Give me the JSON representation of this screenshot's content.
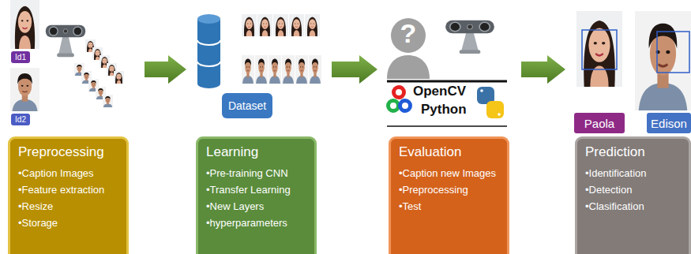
{
  "diagram": {
    "nodes": [
      {
        "text": [
          "Id1"
        ]
      },
      {
        "text": [
          "Id2"
        ]
      },
      {
        "text": [
          "Preprocessing",
          "•Caption Images",
          "•Feature extraction",
          "•Resize",
          "•Storage"
        ]
      },
      {
        "text": [
          "Dataset"
        ]
      },
      {
        "text": [
          "Learning",
          "•Pre-training CNN",
          "•Transfer Learning",
          "•New Layers",
          "•hyperparameters"
        ]
      },
      {
        "text": [
          "Evaluation",
          "•Caption new Images",
          "•Preprocessing",
          "•Test"
        ]
      },
      {
        "text": [
          "Paola"
        ]
      },
      {
        "text": [
          "Edison"
        ]
      },
      {
        "text": [
          "Prediction",
          "•Identification",
          "•Detection",
          "•Clasification"
        ]
      }
    ],
    "labels": [
      "?",
      "OpenCV",
      "Python"
    ]
  }
}
